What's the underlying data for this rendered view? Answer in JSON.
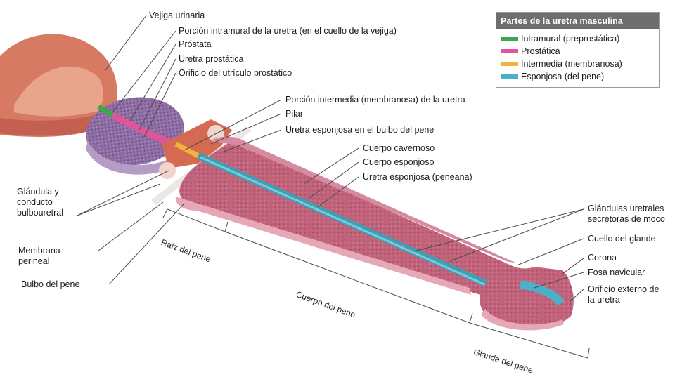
{
  "labels": {
    "vejiga": "Vejiga urinaria",
    "intramural": "Porción intramural de la uretra (en el cuello de la vejiga)",
    "prostata": "Próstata",
    "uretra_prostatica": "Uretra prostática",
    "orificio_utriculo": "Orificio del utrículo prostático",
    "intermedia": "Porción intermedia (membranosa) de la uretra",
    "pilar": "Pilar",
    "uretra_bulbo": "Uretra esponjosa en el bulbo del pene",
    "cuerpo_cavernoso": "Cuerpo cavernoso",
    "cuerpo_esponjoso": "Cuerpo esponjoso",
    "uretra_peneana": "Uretra esponjosa (peneana)",
    "glandula_bulbouretral": "Glándula y conducto bulbouretral",
    "membrana_perineal": "Membrana perineal",
    "bulbo": "Bulbo del pene",
    "glandulas_uretrales": "Glándulas uretrales secretoras de moco",
    "cuello_glande": "Cuello del glande",
    "corona": "Corona",
    "fosa_navicular": "Fosa navicular",
    "orificio_externo": "Orificio externo de la uretra",
    "raiz": "Raíz del pene",
    "cuerpo_pene": "Cuerpo del pene",
    "glande": "Glande del pene"
  },
  "legend": {
    "title": "Partes de la uretra masculina",
    "items": [
      {
        "label": "Intramural (preprostática)",
        "color": "#3aa94a"
      },
      {
        "label": "Prostática",
        "color": "#e0559a"
      },
      {
        "label": "Intermedia (membranosa)",
        "color": "#f0b43c"
      },
      {
        "label": "Esponjosa (del pene)",
        "color": "#4bb0c8"
      }
    ]
  }
}
